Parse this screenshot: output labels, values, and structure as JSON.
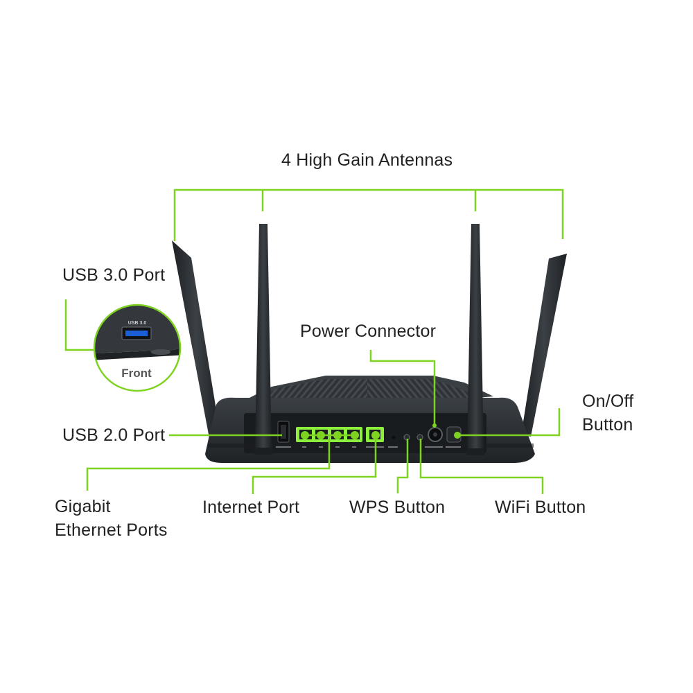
{
  "labels": {
    "antennas": "4 High Gain Antennas",
    "usb3": "USB 3.0 Port",
    "power": "Power Connector",
    "onoff_line1": "On/Off",
    "onoff_line2": "Button",
    "usb2": "USB 2.0 Port",
    "gigabit_line1": "Gigabit",
    "gigabit_line2": "Ethernet Ports",
    "internet": "Internet Port",
    "wps": "WPS Button",
    "wifi": "WiFi Button"
  },
  "inset": {
    "port_text": "USB 3.0",
    "caption": "Front"
  },
  "colors": {
    "callout": "#7ed321",
    "router_body": "#2c3034",
    "led_green": "#8cf03c"
  }
}
